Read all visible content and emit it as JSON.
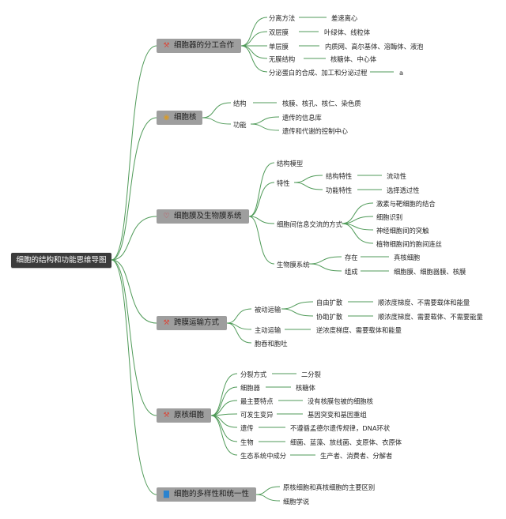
{
  "root": "细胞的结构和功能思维导图",
  "branches": [
    {
      "title": "细胞器的分工合作",
      "icon": "tools-icon",
      "items": [
        {
          "label": "分离方法",
          "value": "差速离心"
        },
        {
          "label": "双层膜",
          "value": "叶绿体、线粒体"
        },
        {
          "label": "单层膜",
          "value": "内质网、高尔基体、溶酶体、液泡"
        },
        {
          "label": "无膜结构",
          "value": "核糖体、中心体"
        },
        {
          "label": "分泌蛋白的合成、加工和分泌过程",
          "value": "a"
        }
      ]
    },
    {
      "title": "细胞核",
      "icon": "nucleus-icon",
      "items": [
        {
          "label": "结构",
          "value": "核膜、核孔、核仁、染色质"
        },
        {
          "label": "功能",
          "children": [
            "遗传的信息库",
            "遗传和代谢的控制中心"
          ]
        }
      ]
    },
    {
      "title": "细胞膜及生物膜系统",
      "icon": "heart-icon",
      "items": [
        {
          "label": "结构模型"
        },
        {
          "label": "特性",
          "children": [
            {
              "label": "结构特性",
              "value": "流动性"
            },
            {
              "label": "功能特性",
              "value": "选择透过性"
            }
          ]
        },
        {
          "label": "细胞间信息交流的方式",
          "children": [
            "激素与靶细胞的结合",
            "细胞识别",
            "神经细胞间的突触",
            "植物细胞间的胞间连丝"
          ]
        },
        {
          "label": "生物膜系统",
          "children": [
            {
              "label": "存在",
              "value": "真核细胞"
            },
            {
              "label": "组成",
              "value": "细胞膜、细胞器膜、核膜"
            }
          ]
        }
      ]
    },
    {
      "title": "跨膜运输方式",
      "icon": "tools-icon",
      "items": [
        {
          "label": "被动运输",
          "children": [
            {
              "label": "自由扩散",
              "value": "顺浓度梯度、不需要载体和能量"
            },
            {
              "label": "协助扩散",
              "value": "顺浓度梯度、需要载体、不需要能量"
            }
          ]
        },
        {
          "label": "主动运输",
          "value": "逆浓度梯度、需要载体和能量"
        },
        {
          "label": "胞吞和胞吐"
        }
      ]
    },
    {
      "title": "原核细胞",
      "icon": "tools-icon",
      "items": [
        {
          "label": "分裂方式",
          "value": "二分裂"
        },
        {
          "label": "细胞器",
          "value": "核糖体"
        },
        {
          "label": "最主要特点",
          "value": "没有核膜包被的细胞核"
        },
        {
          "label": "可发生变异",
          "value": "基因突变和基因重组"
        },
        {
          "label": "遗传",
          "value": "不遵循孟德尔遗传规律，DNA环状"
        },
        {
          "label": "生物",
          "value": "细菌、蓝藻、放线菌、支原体、衣原体"
        },
        {
          "label": "生态系统中成分",
          "value": "生产者、消费者、分解者"
        }
      ]
    },
    {
      "title": "细胞的多样性和统一性",
      "icon": "book-icon",
      "items": [
        {
          "label": "原核细胞和真核细胞的主要区别"
        },
        {
          "label": "细胞学说"
        }
      ]
    }
  ]
}
